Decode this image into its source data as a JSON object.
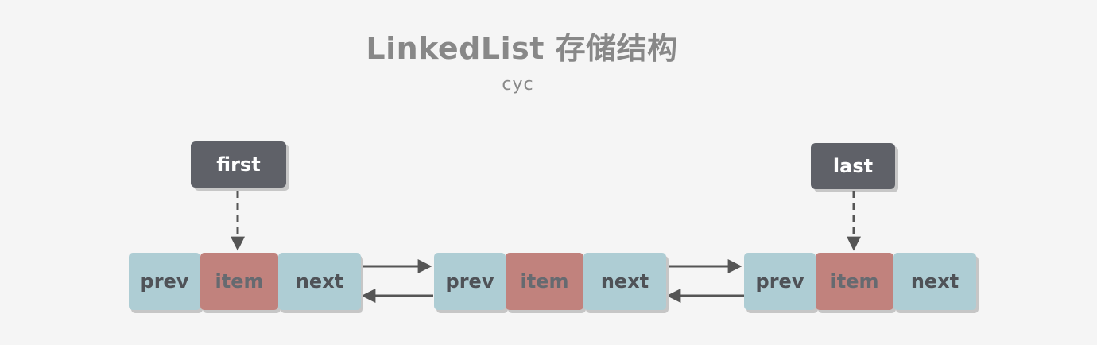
{
  "diagram": {
    "title": "LinkedList 存储结构",
    "subtitle": "cyc",
    "pointers": {
      "first": "first",
      "last": "last"
    },
    "nodes": [
      {
        "prev": "prev",
        "item": "item",
        "next": "next"
      },
      {
        "prev": "prev",
        "item": "item",
        "next": "next"
      },
      {
        "prev": "prev",
        "item": "item",
        "next": "next"
      }
    ],
    "colors": {
      "pointer_bg": "#5f6168",
      "link_cell": "#aecdd4",
      "item_cell": "#c1827d",
      "arrow": "#555555",
      "text": "#888888"
    }
  }
}
